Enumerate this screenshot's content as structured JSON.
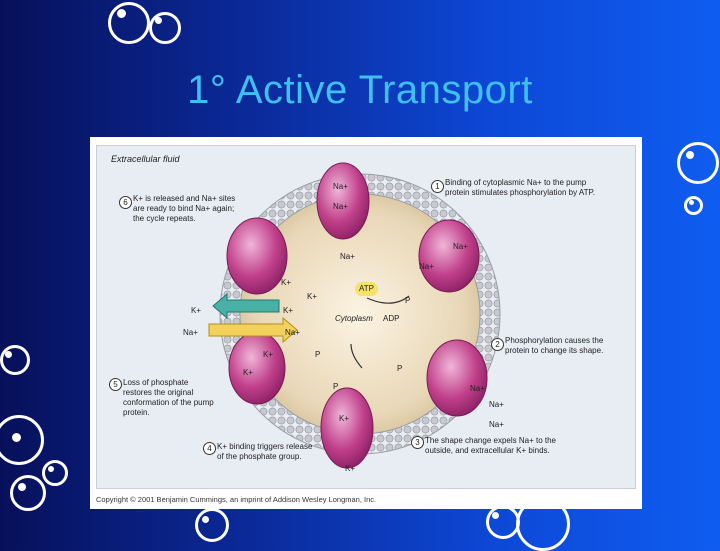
{
  "slide": {
    "title": "1° Active Transport"
  },
  "figure": {
    "extracellular_label": "Extracellular fluid",
    "cytoplasm_label": "Cytoplasm",
    "copyright": "Copyright © 2001 Benjamin Cummings, an imprint of Addison Wesley Longman, Inc.",
    "steps": [
      {
        "num": "1",
        "text": "Binding of cytoplasmic Na+ to the pump protein stimulates phosphorylation by ATP."
      },
      {
        "num": "2",
        "text": "Phosphorylation causes the protein to change its shape."
      },
      {
        "num": "3",
        "text": "The shape change expels Na+ to the outside, and extracellular K+ binds."
      },
      {
        "num": "4",
        "text": "K+ binding triggers release of the phosphate group."
      },
      {
        "num": "5",
        "text": "Loss of phosphate restores the original conformation of the pump protein."
      },
      {
        "num": "6",
        "text": "K+ is released and Na+ sites are ready to bind Na+ again; the cycle repeats."
      }
    ],
    "ions": {
      "na": "Na+",
      "k": "K+",
      "p": "P",
      "atp": "ATP",
      "adp": "ADP"
    },
    "colors": {
      "na_ion": "#e8c24a",
      "k_ion": "#3fb6a6",
      "pump": "#c0408a",
      "phosphate": "#b35a9e",
      "cytoplasm": "#e9d8b8",
      "title": "#3fc0f0"
    }
  }
}
